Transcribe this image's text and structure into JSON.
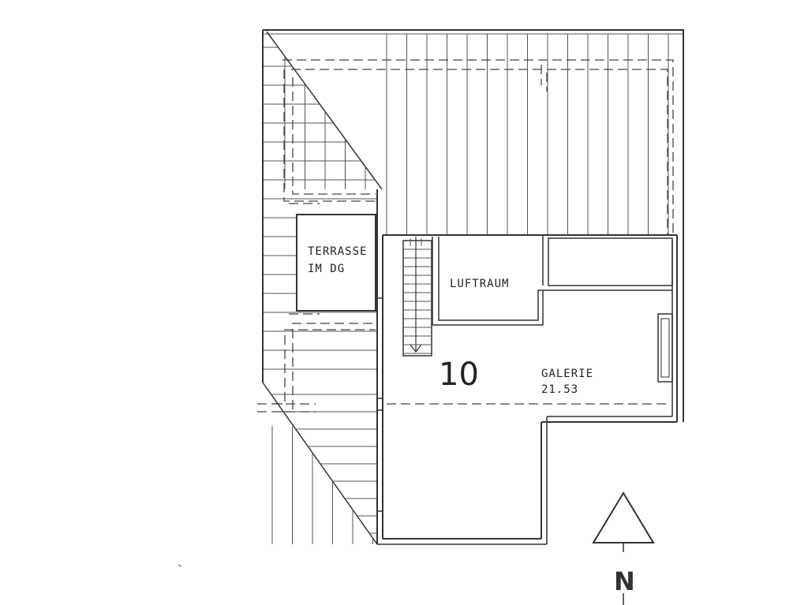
{
  "rooms": {
    "terrace_line1": "TERRASSE",
    "terrace_line2": "IM DG",
    "void": "LUFTRAUM",
    "gallery_name": "GALERIE",
    "gallery_area": "21.53"
  },
  "room_number": "10",
  "north_label": "N"
}
